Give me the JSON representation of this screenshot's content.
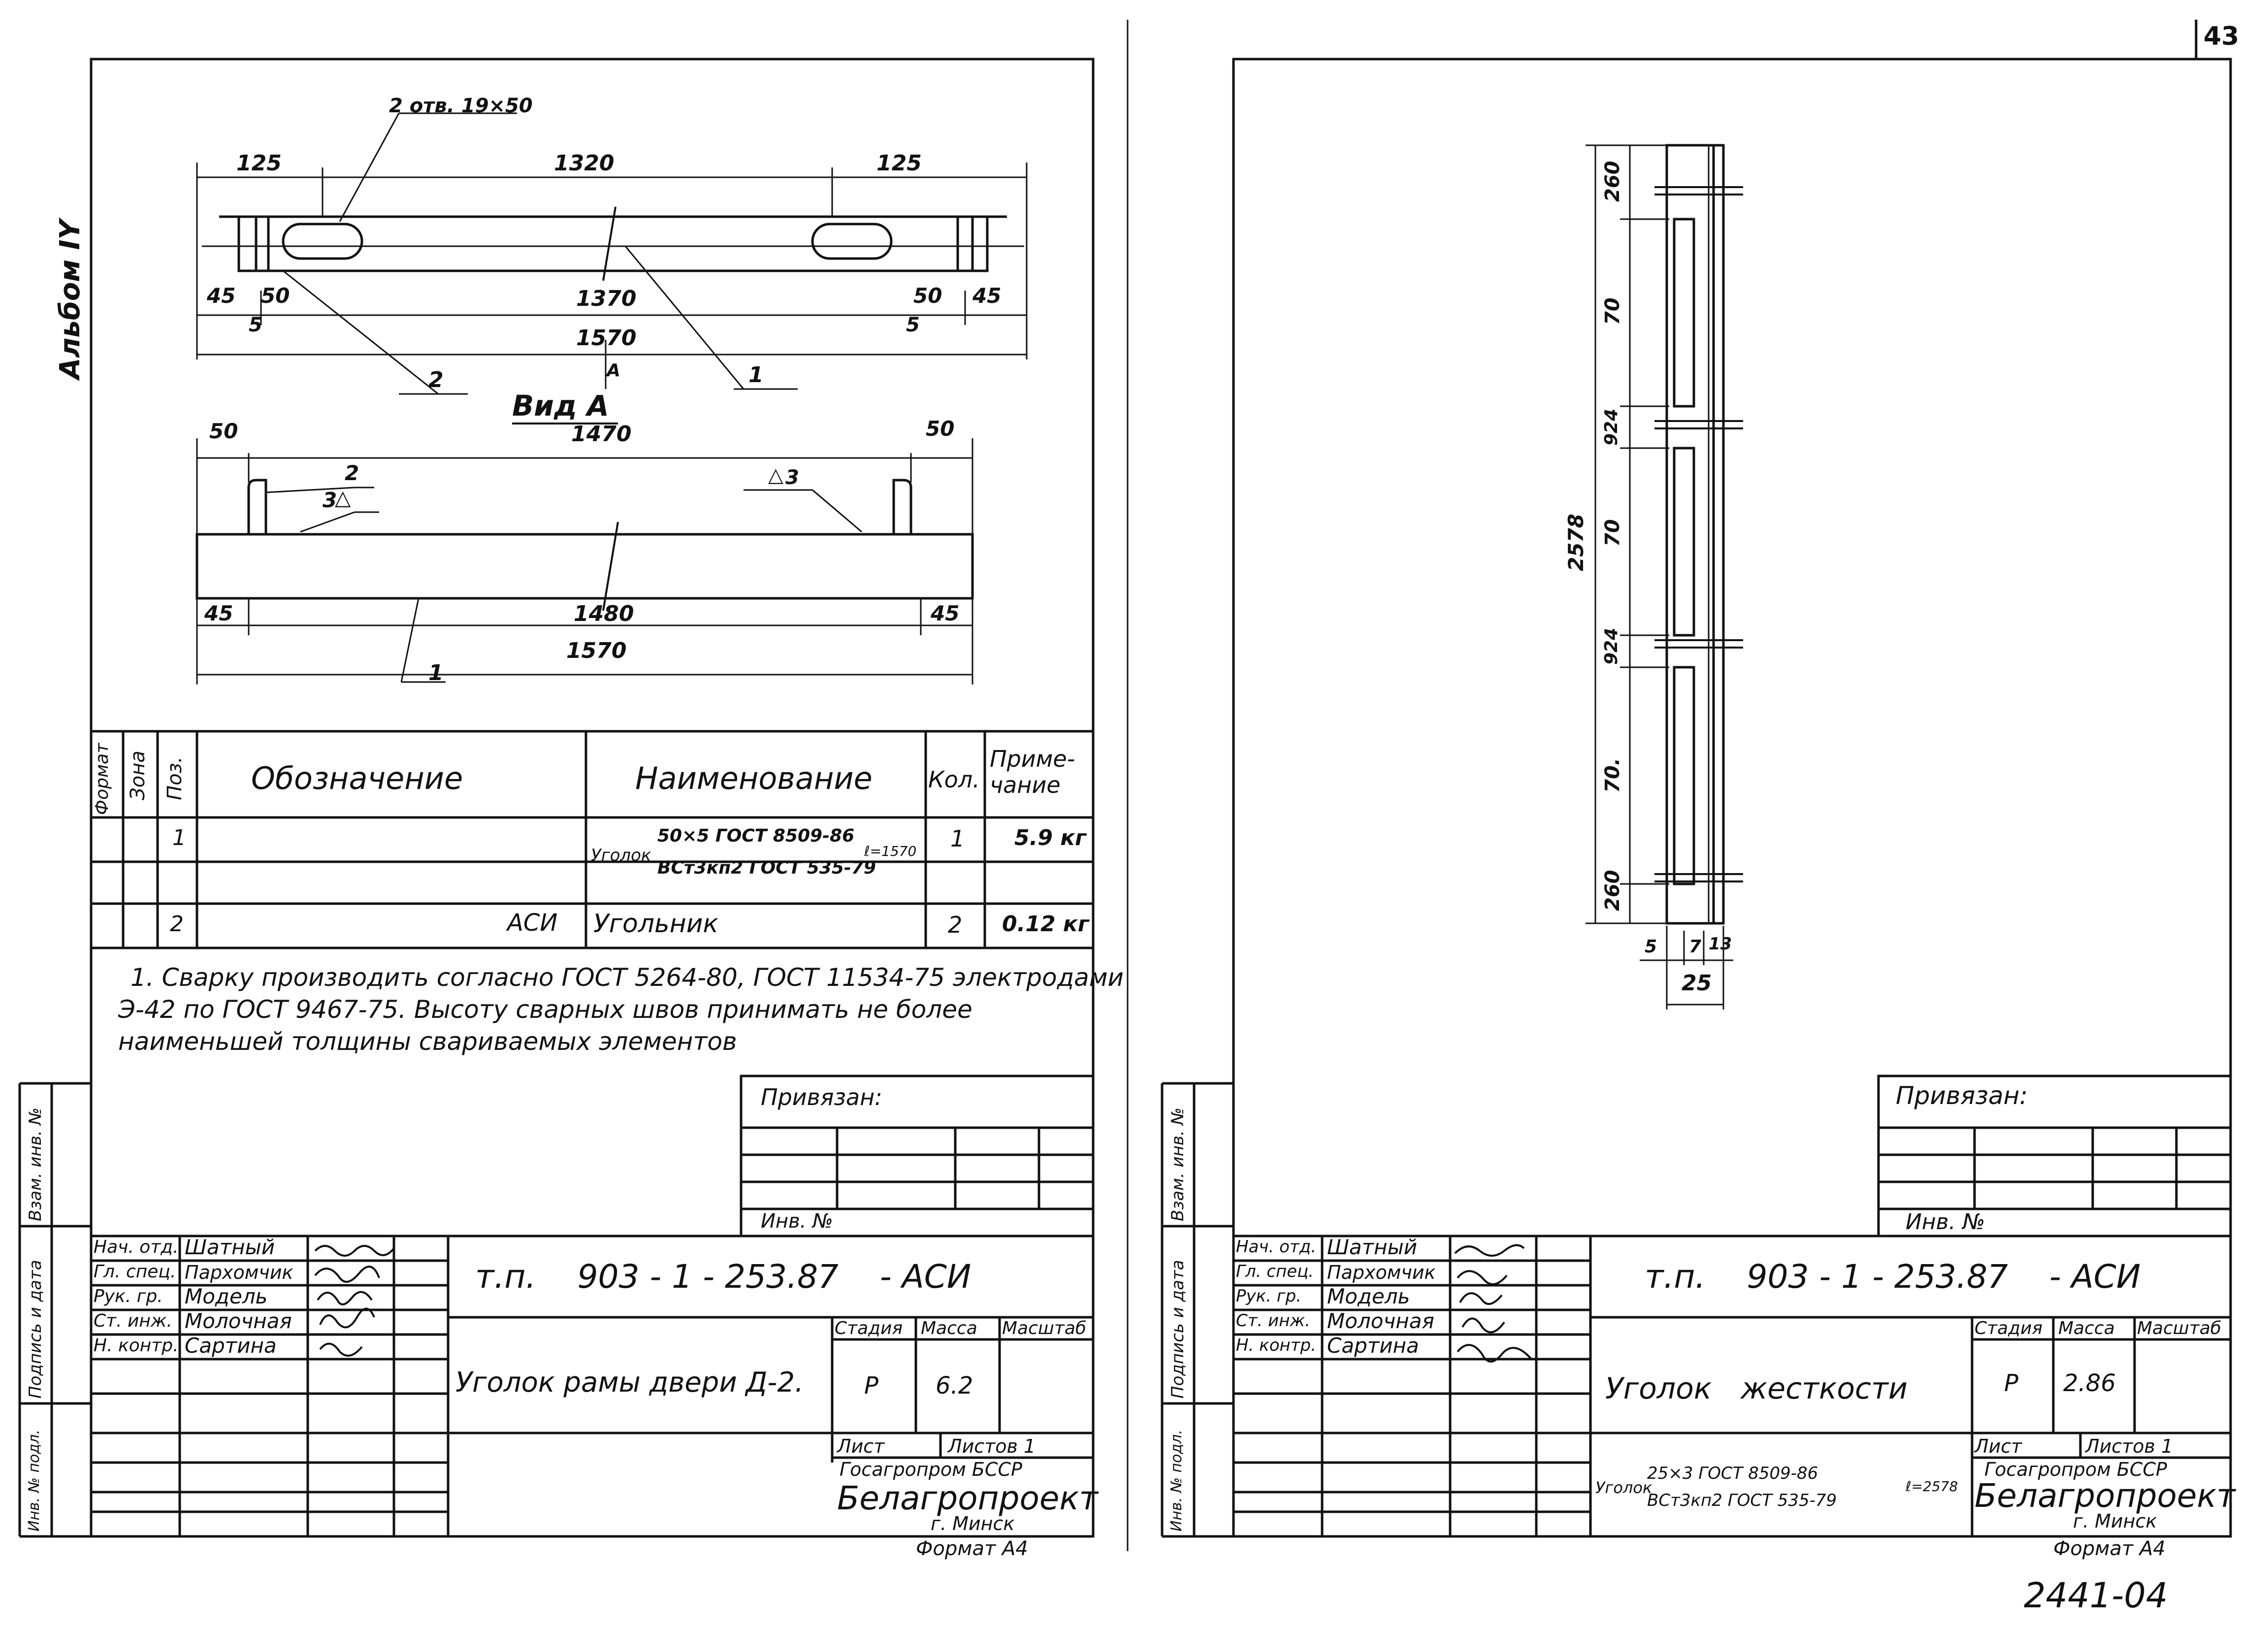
{
  "page_number": "43",
  "archive_stamp": "2441-04",
  "album_label": "Альбом IY",
  "left_sheet": {
    "drawing": {
      "hole_note": "2 отв. 19×50",
      "dim_125_left": "125",
      "dim_1320": "1320",
      "dim_125_right": "125",
      "dim_45_left": "45",
      "dim_50_left": "50",
      "dim_1370": "1370",
      "dim_50_right": "50",
      "dim_45_right": "45",
      "dim_5_left": "5",
      "dim_5_right": "5",
      "dim_1570_top": "1570",
      "leader_2": "2",
      "leader_1": "1",
      "view_title": "Вид A",
      "view_a_marker": "A",
      "view_dim_50_left": "50",
      "view_dim_1470": "1470",
      "view_dim_50_right": "50",
      "view_leader_2": "2",
      "weld_3_left": "3",
      "weld_3_right": "3",
      "view_dim_45_left": "45",
      "view_dim_1480": "1480",
      "view_dim_45_right": "45",
      "view_dim_1570": "1570",
      "view_leader_1": "1"
    },
    "spec_table": {
      "headers": {
        "format": "Формат",
        "zone": "Зона",
        "pos": "Поз.",
        "designation": "Обозначение",
        "name": "Наименование",
        "qty": "Кол.",
        "note": "Приме-чание"
      },
      "rows": [
        {
          "pos": "1",
          "designation": "",
          "name_prefix": "Уголок",
          "name_top": "50×5 ГОСТ 8509-86",
          "name_bottom": "ВСт3кп2 ГОСТ 535-79",
          "name_suffix": "ℓ=1570",
          "qty": "1",
          "note": "5.9 кг"
        },
        {
          "pos": "2",
          "designation": "АСИ",
          "name": "Угольник",
          "qty": "2",
          "note": "0.12 кг"
        }
      ]
    },
    "notes": [
      "1. Сварку производить согласно ГОСТ 5264-80, ГОСТ 11534-75 электродами",
      "Э-42 по ГОСТ 9467-75. Высоту сварных швов принимать не более",
      "наименьшей толщины свариваемых элементов"
    ],
    "privyazan": "Привязан:",
    "inv_no": "Инв. №",
    "side_labels": [
      "Взам. инв. №",
      "Подпись и дата",
      "Инв. № подл."
    ],
    "signatures": [
      {
        "role": "Нач. отд.",
        "name": "Шатный"
      },
      {
        "role": "Гл. спец.",
        "name": "Пархомчик"
      },
      {
        "role": "Рук. гр.",
        "name": "Модель"
      },
      {
        "role": "Ст. инж.",
        "name": "Молочная"
      },
      {
        "role": "Н. контр.",
        "name": "Сартина"
      }
    ],
    "project_code": "т.п.    903 - 1 - 253.87    - АСИ",
    "title": "Уголок рамы двери Д-2.",
    "stage_label": "Стадия",
    "mass_label": "Масса",
    "scale_label": "Масштаб",
    "stage": "Р",
    "mass": "6.2",
    "sheet_label": "Лист",
    "sheets_label": "Листов 1",
    "org_top": "Госагропром БССР",
    "org_main": "Белагропроект",
    "org_city": "г. Минск",
    "format": "Формат А4"
  },
  "right_sheet": {
    "drawing": {
      "dim_260_top": "260",
      "dim_70_1": "70",
      "dim_924_1": "924",
      "dim_70_2": "70",
      "dim_2578": "2578",
      "dim_924_2": "924",
      "dim_70_3": "70.",
      "dim_260_bottom": "260",
      "dim_5": "5",
      "dim_7": "7",
      "dim_13": "13",
      "dim_25": "25"
    },
    "privyazan": "Привязан:",
    "inv_no": "Инв. №",
    "side_labels": [
      "Взам. инв. №",
      "Подпись и дата",
      "Инв. № подл."
    ],
    "signatures": [
      {
        "role": "Нач. отд.",
        "name": "Шатный"
      },
      {
        "role": "Гл. спец.",
        "name": "Пархомчик"
      },
      {
        "role": "Рук. гр.",
        "name": "Модель"
      },
      {
        "role": "Ст. инж.",
        "name": "Молочная"
      },
      {
        "role": "Н. контр.",
        "name": "Сартина"
      }
    ],
    "project_code": "т.п.    903 - 1 - 253.87    - АСИ",
    "title": "Уголок жесткости",
    "stage_label": "Стадия",
    "mass_label": "Масса",
    "scale_label": "Масштаб",
    "stage": "Р",
    "mass": "2.86",
    "sheet_label": "Лист",
    "sheets_label": "Листов 1",
    "material_prefix": "Уголок",
    "material_top": "25×3 ГОСТ 8509-86",
    "material_bottom": "ВСт3кп2 ГОСТ 535-79",
    "material_suffix": "ℓ=2578",
    "org_top": "Госагропром БССР",
    "org_main": "Белагропроект",
    "org_city": "г. Минск",
    "format": "Формат А4"
  }
}
